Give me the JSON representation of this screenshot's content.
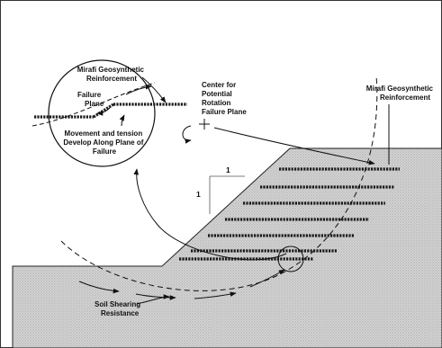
{
  "labels": {
    "inset_reinforcement": [
      "Mirafi Geosynthetic",
      "Reinforcement"
    ],
    "inset_failure_plane": [
      "Failure",
      "Plane"
    ],
    "inset_movement": [
      "Movement and tension",
      "Develop Along Plane of",
      "Failure"
    ],
    "center_rotation": [
      "Center for",
      "Potential",
      "Rotation",
      "Failure Plane"
    ],
    "main_reinforcement": [
      "Mirafi Geosynthetic",
      "Reinforcement"
    ],
    "slope_run": "1",
    "slope_rise": "1",
    "soil_resistance": [
      "Soil Shearing",
      "Resistance"
    ]
  },
  "colors": {
    "soil_fill": "#cfcfcf",
    "reinforcement": "#1a1a1a",
    "line": "#111111",
    "frame": "#333333"
  },
  "reinforcement_layers": 7
}
